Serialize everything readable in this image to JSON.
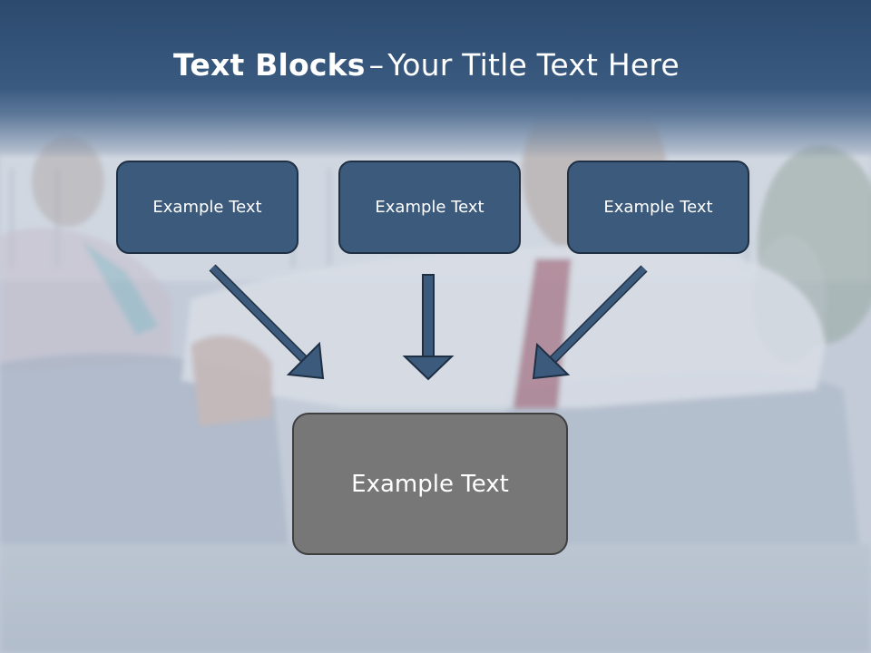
{
  "title": {
    "bold": "Text Blocks",
    "dash": "–",
    "rest": "Your Title Text Here"
  },
  "blocks": [
    {
      "label": "Example Text"
    },
    {
      "label": "Example Text"
    },
    {
      "label": "Example Text"
    }
  ],
  "result": {
    "label": "Example Text"
  },
  "colors": {
    "header": "#2c4a6e",
    "box_fill": "#3c5a7b",
    "box_border": "#1f2f44",
    "result_fill": "#777777",
    "arrow": "#3c5a7b"
  }
}
